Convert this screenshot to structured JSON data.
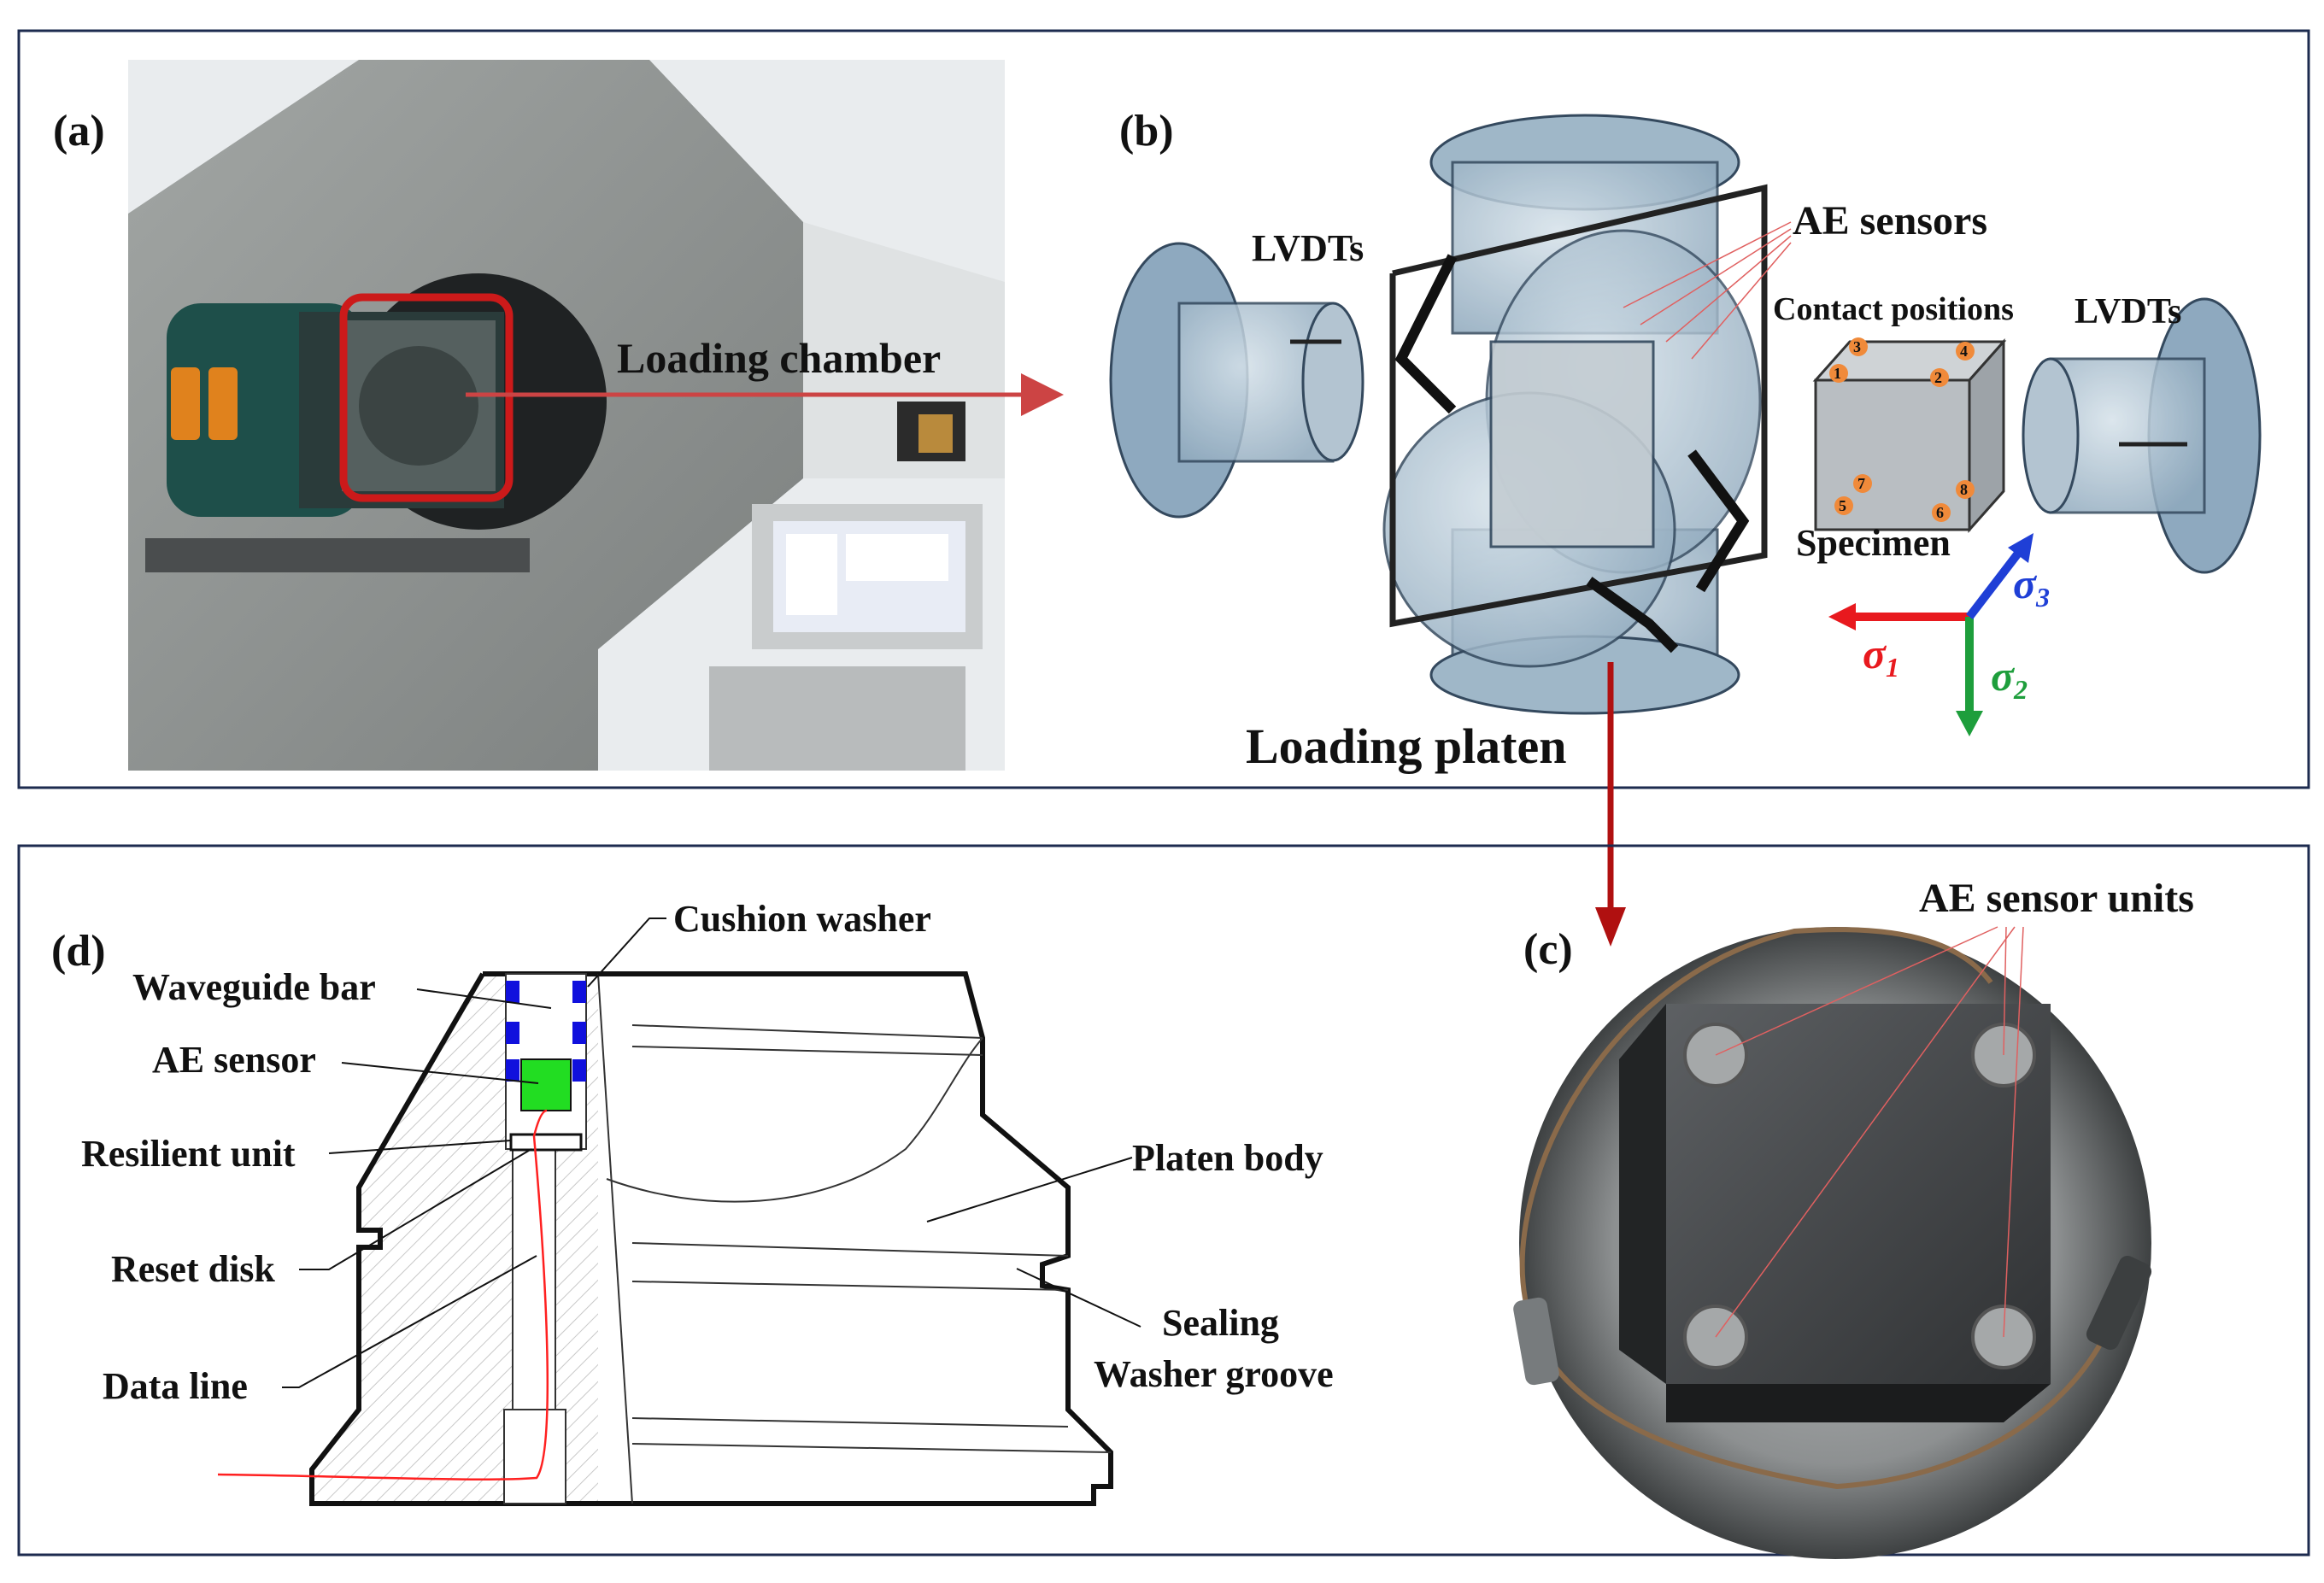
{
  "panels": {
    "a": {
      "label": "(a)",
      "callout": "Loading chamber"
    },
    "b": {
      "label": "(b)",
      "lvdts_left": "LVDTs",
      "lvdts_right": "LVDTs",
      "ae_sensors": "AE sensors",
      "contact_positions": "Contact positions",
      "specimen": "Specimen",
      "loading_platen": "Loading platen",
      "contact_numbers": [
        "1",
        "2",
        "3",
        "4",
        "5",
        "6",
        "7",
        "8"
      ],
      "stress_axes": {
        "sigma1": {
          "symbol": "σ",
          "sub": "1",
          "color": "#e8191e"
        },
        "sigma2": {
          "symbol": "σ",
          "sub": "2",
          "color": "#1e9e3c"
        },
        "sigma3": {
          "symbol": "σ",
          "sub": "3",
          "color": "#1f3fd6"
        }
      }
    },
    "c": {
      "label": "(c)",
      "ae_sensor_units": "AE sensor units"
    },
    "d": {
      "label": "(d)",
      "cushion_washer": "Cushion washer",
      "waveguide_bar": "Waveguide bar",
      "ae_sensor": "AE sensor",
      "resilient_unit": "Resilient unit",
      "reset_disk": "Reset disk",
      "data_line": "Data line",
      "platen_body": "Platen body",
      "sealing": "Sealing",
      "washer_groove": "Washer groove"
    }
  },
  "colors": {
    "frame_border": "#1d2b4f",
    "highlight_red": "#cc1a1a",
    "arrow_dark_red": "#b01010",
    "sensor_green": "#22dd22",
    "washer_blue": "#1010dd",
    "data_line_red": "#ff2020"
  }
}
